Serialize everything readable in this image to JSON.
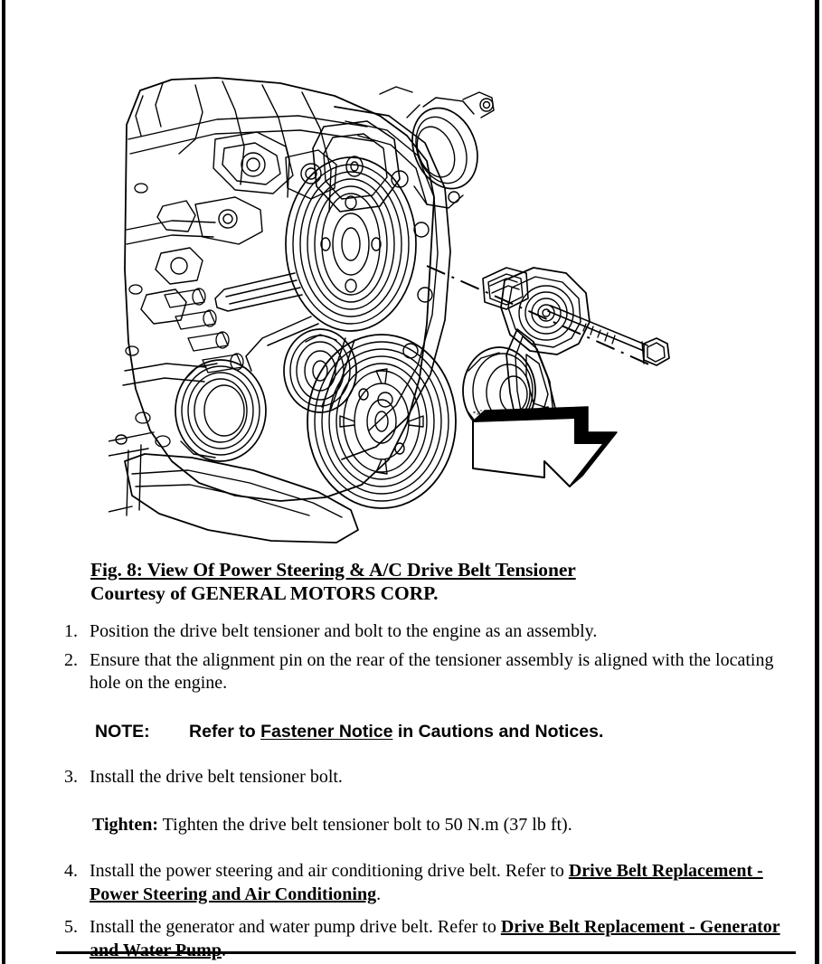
{
  "document": {
    "type": "automotive-service-manual-page"
  },
  "figure": {
    "caption_line_1": "Fig. 8: View Of Power Steering & A/C Drive Belt Tensioner",
    "caption_line_2": "Courtesy of GENERAL MOTORS CORP.",
    "illustration": {
      "name": "engine-front-accessory-drive-exploded-view",
      "parts": [
        "engine-block",
        "timing-cover",
        "crankshaft-balancer-pulley",
        "water-pump-pulley",
        "idler-pulley",
        "serpentine-drive-belt",
        "oil-pan",
        "drive-belt-tensioner-assembly",
        "tensioner-pulley",
        "tensioner-mounting-bolt"
      ],
      "annotations": {
        "centerline": "install-axis-dash-dot-leader",
        "view_arrow": "view-direction-block-arrow"
      }
    }
  },
  "procedure": {
    "steps": [
      {
        "number": "1.",
        "text": "Position the drive belt tensioner and bolt to the engine as an assembly."
      },
      {
        "number": "2.",
        "text": "Ensure that the alignment pin on the rear of the tensioner assembly is aligned with the locating hole on the engine."
      },
      {
        "number": "3.",
        "text": "Install the drive belt tensioner bolt."
      }
    ],
    "note": {
      "label": "NOTE:",
      "spacer": "        ",
      "text_before": "Refer to ",
      "reference": "Fastener Notice",
      "text_after": " in Cautions and Notices."
    },
    "tighten": {
      "label": "Tighten:",
      "text": " Tighten the drive belt tensioner bolt to 50 N.m (37 lb ft)."
    },
    "step_4": {
      "number": "4.",
      "text_before": "Install the power steering and air conditioning drive belt. Refer to ",
      "reference": "Drive Belt Replacement - Power Steering and Air Conditioning",
      "text_after": "."
    },
    "step_5": {
      "number": "5.",
      "text_before": "Install the generator and water pump drive belt. Refer to ",
      "reference": "Drive Belt Replacement - Generator and Water Pump",
      "text_after": "."
    }
  },
  "colors": {
    "ink": "#000000",
    "paper": "#ffffff"
  }
}
